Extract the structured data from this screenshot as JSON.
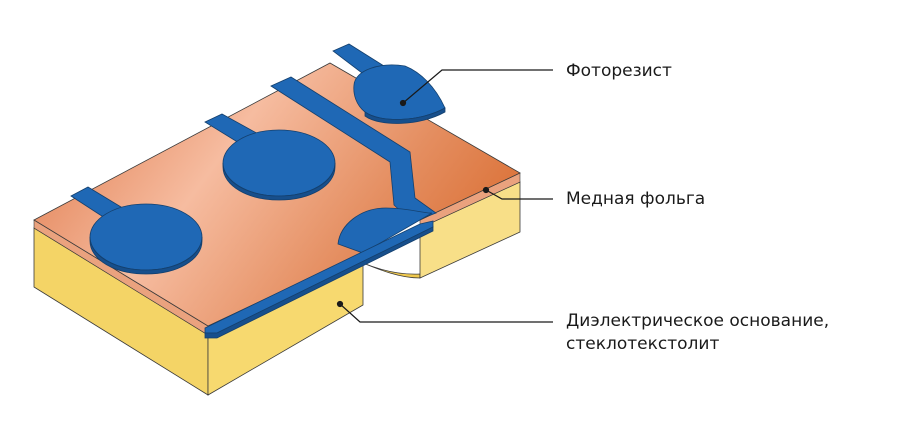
{
  "labels": {
    "photoresist": "Фоторезист",
    "copper_foil": "Медная фольга",
    "dielectric_line1": "Диэлектрическое основание,",
    "dielectric_line2": "стеклотекстолит"
  },
  "colors": {
    "photoresist": "#1f68b5",
    "copper_top": "#e8946a",
    "copper_edge": "#e9a37e",
    "dielectric_front": "#f3d262",
    "dielectric_side": "#f8df88",
    "leader_line": "#1a1a1a"
  }
}
